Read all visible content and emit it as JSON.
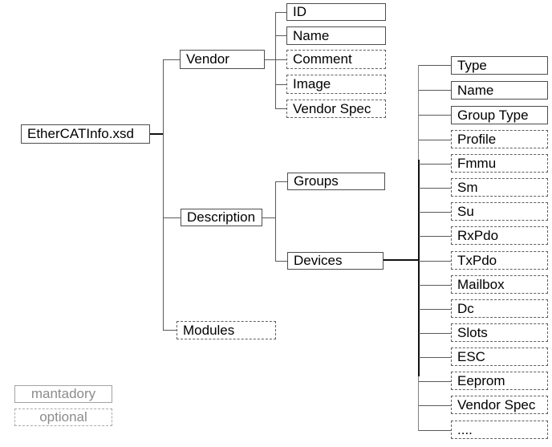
{
  "colors": {
    "background": "#ffffff",
    "node_border": "#4d4d4d",
    "node_dashed_border": "#5f5f5f",
    "node_text": "#000000",
    "connector": "#5a5a5a",
    "connector_strong": "#111111",
    "legend_border": "#a3a3a3",
    "legend_text": "#8c8c8c"
  },
  "tree": {
    "root": {
      "label": "EtherCATInfo.xsd",
      "presence": "mandatory"
    },
    "vendor": {
      "label": "Vendor",
      "presence": "mandatory",
      "children": [
        {
          "label": "ID",
          "presence": "mandatory"
        },
        {
          "label": "Name",
          "presence": "mandatory"
        },
        {
          "label": "Comment",
          "presence": "optional"
        },
        {
          "label": "Image",
          "presence": "optional"
        },
        {
          "label": "Vendor Spec",
          "presence": "optional"
        }
      ]
    },
    "description": {
      "label": "Description",
      "presence": "mandatory",
      "children": [
        {
          "label": "Groups",
          "presence": "mandatory"
        },
        {
          "label": "Devices",
          "presence": "mandatory"
        }
      ]
    },
    "devices_children": [
      {
        "label": "Type",
        "presence": "mandatory"
      },
      {
        "label": "Name",
        "presence": "mandatory"
      },
      {
        "label": "Group Type",
        "presence": "mandatory"
      },
      {
        "label": "Profile",
        "presence": "optional"
      },
      {
        "label": "Fmmu",
        "presence": "optional"
      },
      {
        "label": "Sm",
        "presence": "optional"
      },
      {
        "label": "Su",
        "presence": "optional"
      },
      {
        "label": "RxPdo",
        "presence": "optional"
      },
      {
        "label": "TxPdo",
        "presence": "optional"
      },
      {
        "label": "Mailbox",
        "presence": "optional"
      },
      {
        "label": "Dc",
        "presence": "optional"
      },
      {
        "label": "Slots",
        "presence": "optional"
      },
      {
        "label": "ESC",
        "presence": "optional"
      },
      {
        "label": "Eeprom",
        "presence": "optional"
      },
      {
        "label": "Vendor Spec",
        "presence": "optional"
      },
      {
        "label": "....",
        "presence": "optional"
      }
    ],
    "modules": {
      "label": "Modules",
      "presence": "optional"
    },
    "legend": {
      "mandatory_label": "mantadory",
      "optional_label": "optional"
    }
  }
}
